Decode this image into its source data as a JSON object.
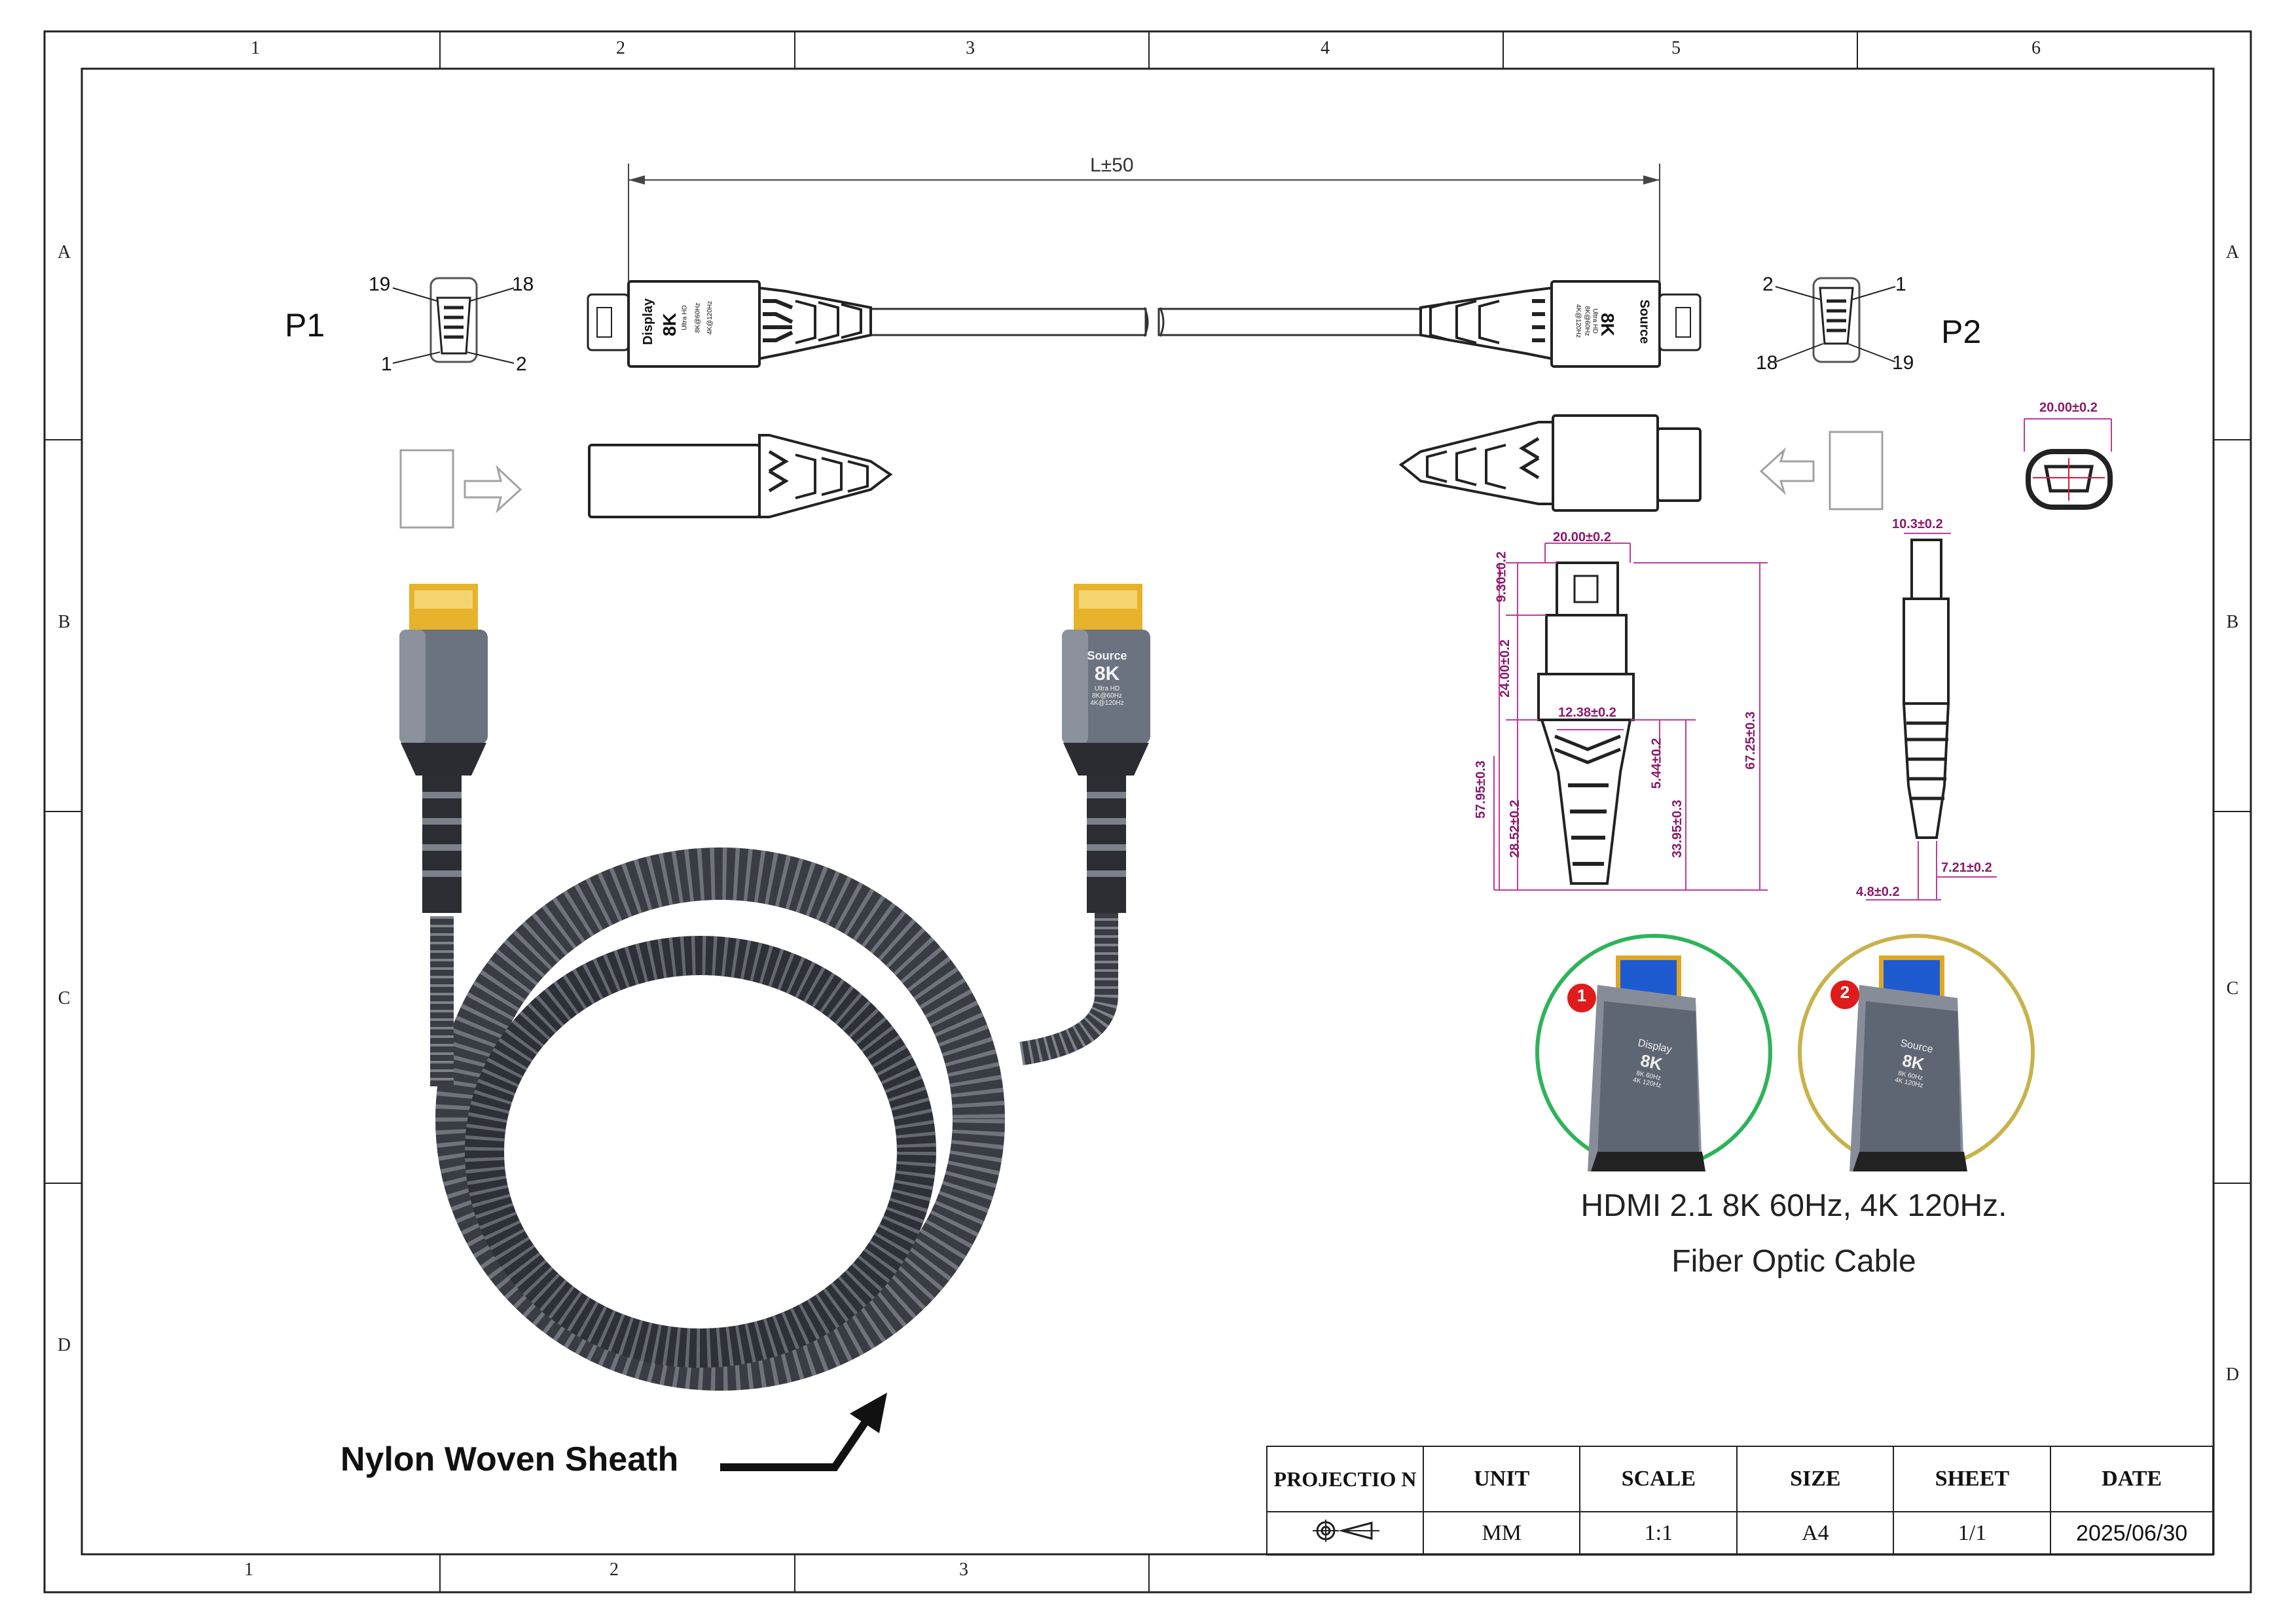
{
  "frame": {
    "top_columns": [
      "1",
      "2",
      "3",
      "4",
      "5",
      "6"
    ],
    "bottom_columns": [
      "1",
      "2",
      "3"
    ],
    "rows": [
      "A",
      "B",
      "C",
      "D"
    ]
  },
  "drawing": {
    "length_label": "L±50",
    "p1_label": "P1",
    "p2_label": "P2",
    "p1_pins": [
      "19",
      "18",
      "1",
      "2"
    ],
    "p2_pins": [
      "2",
      "1",
      "18",
      "19"
    ],
    "left_plug_text": {
      "title": "Display",
      "spec": "8K",
      "sub1": "Ultra HD",
      "sub2": "8K@60Hz",
      "sub3": "4K@120Hz"
    },
    "right_plug_text": {
      "title": "Source",
      "spec": "8K",
      "sub1": "Ultra HD",
      "sub2": "8K@60Hz",
      "sub3": "4K@120Hz"
    }
  },
  "dimensions": {
    "front_width": "20.00±0.2",
    "housing_width": "20.00±0.2",
    "tip_length": "9.30±0.2",
    "body_length": "24.00±0.2",
    "strain_width": "12.38±0.2",
    "boot_offset": "5.44±0.2",
    "overall_length": "67.25±0.3",
    "shell_length": "57.95±0.3",
    "boot_length": "28.52±0.2",
    "boot_long": "33.95±0.3",
    "side_width": "10.3±0.2",
    "side_tail": "7.21±0.2",
    "side_tip": "4.8±0.2"
  },
  "photo": {
    "callout": "Nylon Woven Sheath",
    "right_plug": {
      "title": "Source",
      "spec": "8K",
      "sub1": "Ultra HD",
      "sub2": "8K@60Hz",
      "sub3": "4K@120Hz"
    },
    "badge1": "1",
    "badge2": "2",
    "badge1_text": {
      "title": "Display",
      "spec": "8K",
      "sub1": "8K 60Hz",
      "sub2": "4K 120Hz"
    },
    "badge2_text": {
      "title": "Source",
      "spec": "8K",
      "sub1": "8K 60Hz",
      "sub2": "4K 120Hz"
    },
    "ring1_color": "#2fb35a",
    "ring2_color": "#c8b24a",
    "badge_color": "#e01b1b"
  },
  "captions": {
    "line1": "HDMI 2.1 8K 60Hz, 4K 120Hz.",
    "line2": "Fiber Optic Cable"
  },
  "title_block": {
    "headers": [
      "PROJECTIO N",
      "UNIT",
      "SCALE",
      "SIZE",
      "SHEET",
      "DATE"
    ],
    "values": [
      "",
      "MM",
      "1:1",
      "A4",
      "1/1",
      "2025/06/30"
    ]
  }
}
